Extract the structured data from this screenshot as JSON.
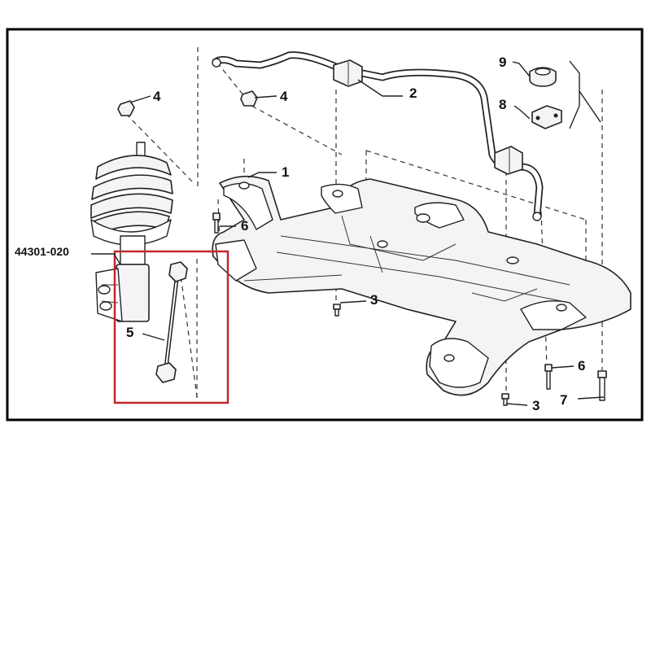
{
  "diagram": {
    "colors": {
      "frame": "#000000",
      "highlight": "#c0282d",
      "line": "#222222",
      "fill": "#f4f4f4"
    },
    "callouts": {
      "c1": "1",
      "c2": "2",
      "c3a": "3",
      "c3b": "3",
      "c4a": "4",
      "c4b": "4",
      "c5": "5",
      "c6a": "6",
      "c6b": "6",
      "c7": "7",
      "c8": "8",
      "c9": "9"
    },
    "part_number": "44301-020"
  }
}
